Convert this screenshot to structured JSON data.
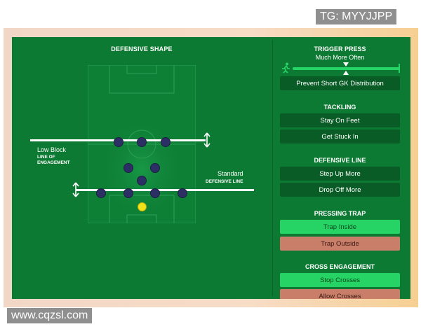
{
  "watermarks": {
    "top": "TG: MYYJJPP",
    "bottom": "www.cqzsl.com"
  },
  "left": {
    "title": "DEFENSIVE SHAPE",
    "low_block": "Low Block",
    "line_of_engagement": "LINE OF\nENGAGEMENT",
    "standard": "Standard",
    "defensive_line": "DEFENSIVE LINE"
  },
  "trigger_press": {
    "title": "TRIGGER PRESS",
    "value": "Much More Often",
    "level": 0.51,
    "button": "Prevent Short GK Distribution"
  },
  "tackling": {
    "title": "TACKLING",
    "options": [
      "Stay On Feet",
      "Get Stuck In"
    ]
  },
  "defensive_line": {
    "title": "DEFENSIVE LINE",
    "options": [
      "Step Up More",
      "Drop Off More"
    ]
  },
  "pressing_trap": {
    "title": "PRESSING TRAP",
    "options": [
      "Trap Inside",
      "Trap Outside"
    ]
  },
  "cross_engagement": {
    "title": "CROSS ENGAGEMENT",
    "options": [
      "Stop Crosses",
      "Allow Crosses"
    ]
  },
  "icons": {
    "runner": "runner-icon",
    "arrows": "vertical-double-arrow-icon"
  }
}
